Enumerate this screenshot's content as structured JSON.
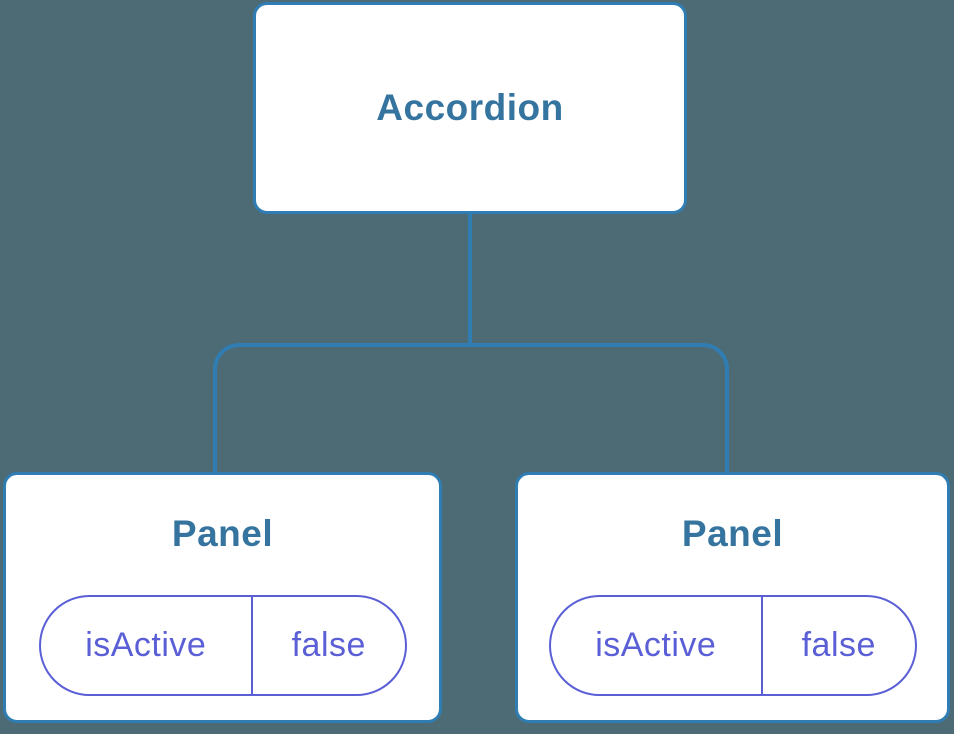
{
  "diagram": {
    "title": "component-state-tree",
    "root": {
      "label": "Accordion"
    },
    "children": [
      {
        "label": "Panel",
        "state": {
          "key": "isActive",
          "value": "false"
        }
      },
      {
        "label": "Panel",
        "state": {
          "key": "isActive",
          "value": "false"
        }
      }
    ]
  },
  "colors": {
    "background": "#4C6B74",
    "node_background": "#FFFFFF",
    "node_border": "#2F7DB2",
    "node_title_text": "#35749F",
    "connector_line": "#2F7DB2",
    "state_pill_accent": "#5A5FD6"
  }
}
